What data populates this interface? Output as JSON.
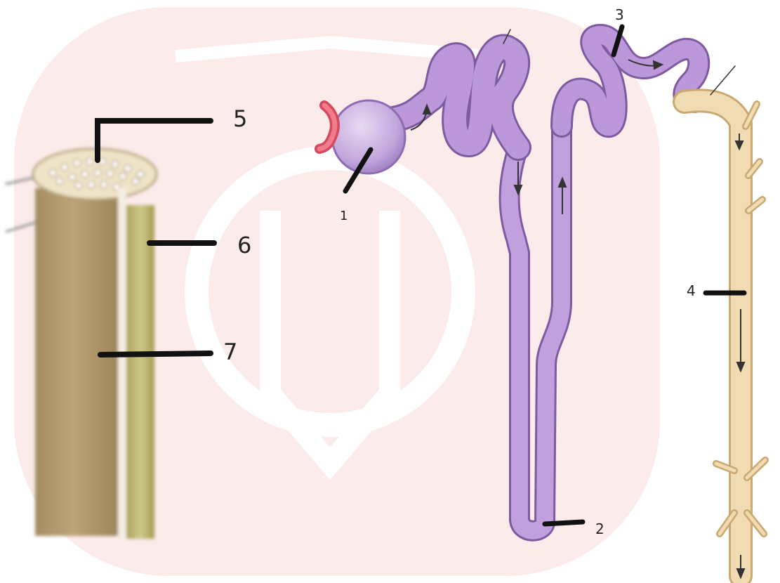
{
  "labels": {
    "l1": "1",
    "l2": "2",
    "l3": "3",
    "l4": "4",
    "l5": "5",
    "l6": "6",
    "l7": "7"
  },
  "colors": {
    "watermark": "#f9e4e4",
    "nephron_fill": "#b98ed4",
    "nephron_stroke": "#7f5aa0",
    "duct_fill": "#f0d9b0",
    "duct_stroke": "#c9a871",
    "artery": "#e0586a",
    "bone": "#b79d6f",
    "bone_dark": "#9d8658",
    "vessel_green": "#c3bb72",
    "leader": "#111111"
  }
}
